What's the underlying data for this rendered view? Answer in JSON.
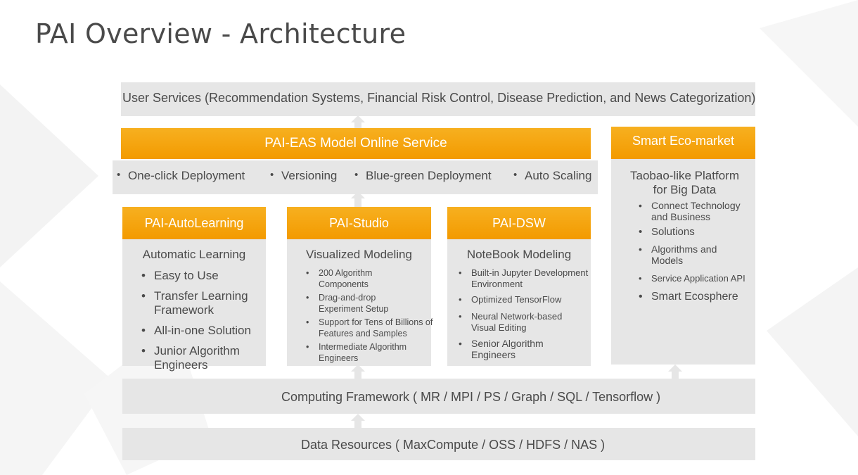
{
  "title": "PAI Overview - Architecture",
  "user_services": "User Services (Recommendation Systems, Financial Risk Control, Disease Prediction, and News Categorization)",
  "eas": {
    "header": "PAI-EAS Model Online Service",
    "features": [
      "One-click Deployment",
      "Versioning",
      "Blue-green Deployment",
      "Auto Scaling"
    ]
  },
  "eco": {
    "header": "Smart Eco-market",
    "subtitle_1": "Taobao-like Platform",
    "subtitle_2": "for Big Data",
    "items": [
      "Connect Technology and Business",
      "Solutions",
      "Algorithms and Models",
      "Service Application API",
      "Smart Ecosphere"
    ]
  },
  "autolearning": {
    "header": "PAI-AutoLearning",
    "subtitle": "Automatic Learning",
    "items": [
      "Easy to Use",
      "Transfer Learning Framework",
      "All-in-one Solution",
      "Junior Algorithm Engineers"
    ]
  },
  "studio": {
    "header": "PAI-Studio",
    "subtitle": "Visualized Modeling",
    "items": [
      "200 Algorithm Components",
      "Drag-and-drop Experiment Setup",
      "Support for Tens of Billions of Features and Samples",
      "Intermediate Algorithm Engineers"
    ]
  },
  "dsw": {
    "header": "PAI-DSW",
    "subtitle": "NoteBook Modeling",
    "items": [
      "Built-in Jupyter Development Environment",
      "Optimized TensorFlow",
      "Neural Network-based Visual Editing",
      "Senior Algorithm Engineers"
    ]
  },
  "computing": "Computing Framework ( MR / MPI / PS / Graph / SQL / Tensorflow )",
  "data_resources": "Data Resources ( MaxCompute / OSS / HDFS / NAS )"
}
